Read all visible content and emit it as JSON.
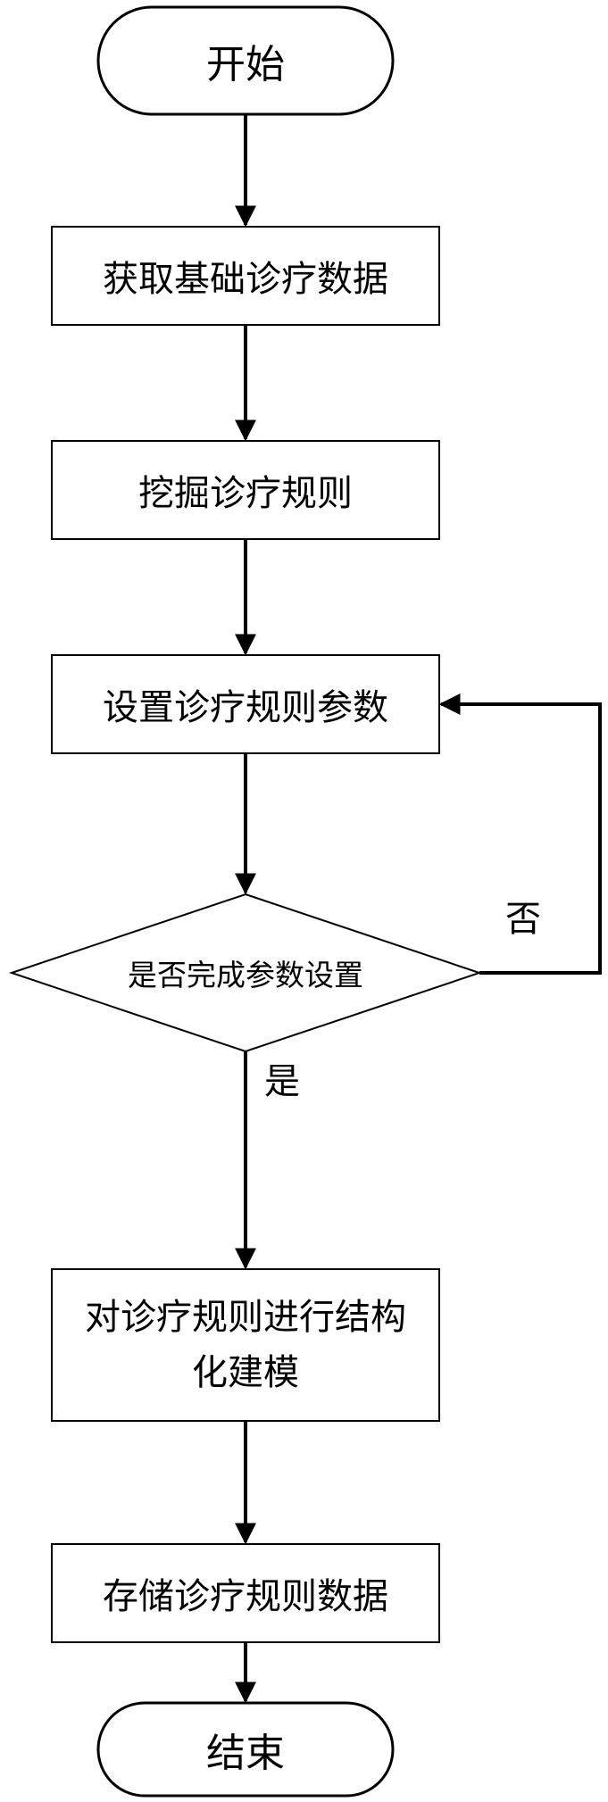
{
  "nodes": {
    "start": "开始",
    "step1": "获取基础诊疗数据",
    "step2": "挖掘诊疗规则",
    "step3": "设置诊疗规则参数",
    "decision": "是否完成参数设置",
    "step4": "对诊疗规则进行结构化建模",
    "step5": "存储诊疗规则数据",
    "end": "结束"
  },
  "edges": {
    "no_label": "否",
    "yes_label": "是"
  }
}
